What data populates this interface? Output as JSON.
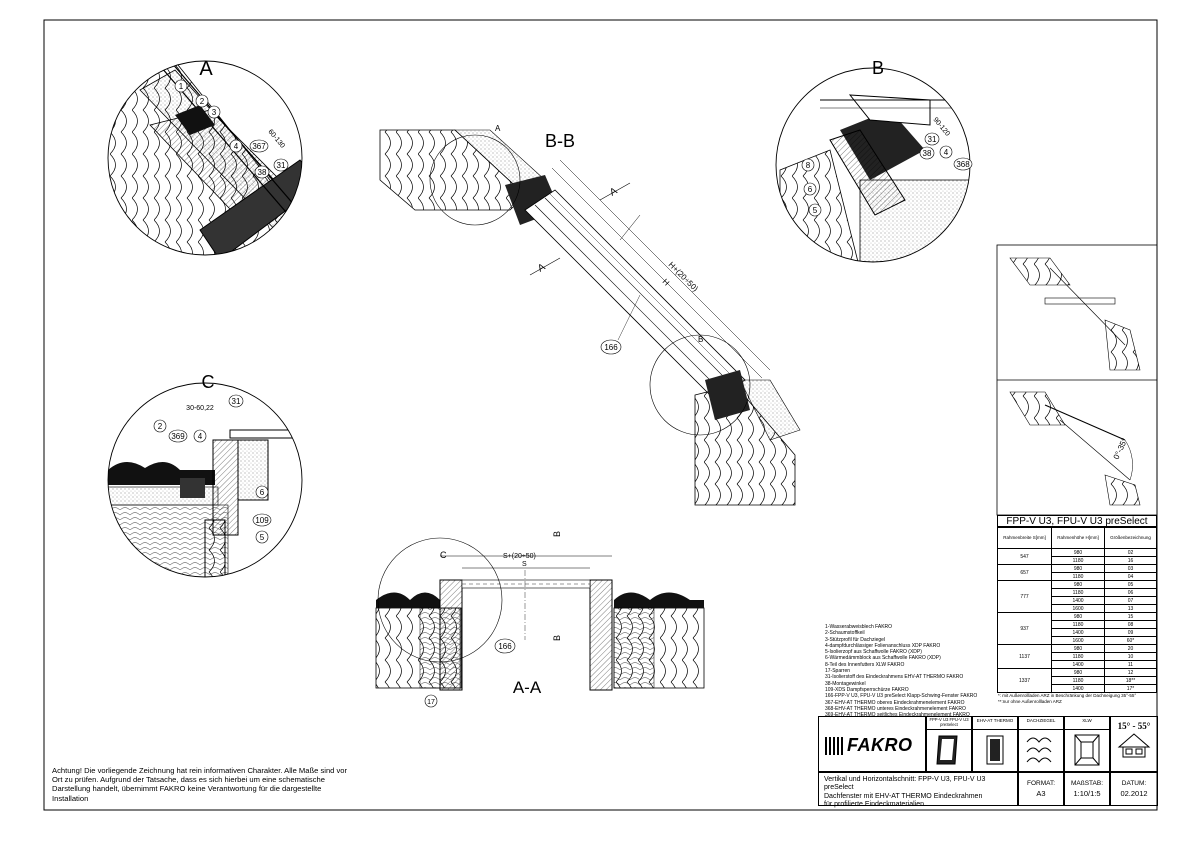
{
  "sections": {
    "bb_label": "B-B",
    "aa_label": "A-A",
    "detail_a": "A",
    "detail_b": "B",
    "detail_c": "C"
  },
  "callouts": {
    "a": [
      "1",
      "2",
      "3",
      "4",
      "367",
      "31",
      "38"
    ],
    "a_dim": "60-130",
    "b": [
      "31",
      "4",
      "38",
      "368",
      "8",
      "6",
      "5"
    ],
    "b_dim": "90-120",
    "c": [
      "31",
      "2",
      "369",
      "4",
      "6",
      "109",
      "5"
    ],
    "c_dim": "30-60,22",
    "main_166": "166",
    "aa_166": "166",
    "aa_17": "17",
    "dim_h_total": "H+(20÷50)",
    "dim_h": "H",
    "dim_s_total": "S+(20÷50)",
    "dim_s": "S",
    "cut_a": "A",
    "cut_b": "B",
    "angle": "0°-35°"
  },
  "table": {
    "title": "FPP-V U3, FPU-V U3 preSelect",
    "headers": [
      "Rahmenbreite S[mm]",
      "Rahmenhöhe H[mm]",
      "Größenbezeichnung"
    ],
    "groups": [
      {
        "width": "547",
        "rows": [
          [
            "980",
            "02"
          ],
          [
            "1180",
            "16"
          ]
        ]
      },
      {
        "width": "657",
        "rows": [
          [
            "980",
            "03"
          ],
          [
            "1180",
            "04"
          ]
        ]
      },
      {
        "width": "777",
        "rows": [
          [
            "980",
            "05"
          ],
          [
            "1180",
            "06"
          ],
          [
            "1400",
            "07"
          ],
          [
            "1600",
            "13"
          ]
        ]
      },
      {
        "width": "937",
        "rows": [
          [
            "980",
            "15"
          ],
          [
            "1180",
            "08"
          ],
          [
            "1400",
            "09"
          ],
          [
            "1600",
            "60*"
          ]
        ]
      },
      {
        "width": "1137",
        "rows": [
          [
            "980",
            "20"
          ],
          [
            "1180",
            "10"
          ],
          [
            "1400",
            "11"
          ]
        ]
      },
      {
        "width": "1337",
        "rows": [
          [
            "980",
            "12"
          ],
          [
            "1180",
            "18**"
          ],
          [
            "1400",
            "17*"
          ]
        ]
      }
    ],
    "footnote1": "*: mit Außenrollladen ARZ in Beschränkung der Dachneigung 35°-55°",
    "footnote2": "**:nur ohne Außenrollladen ARZ"
  },
  "legend": [
    "1-Wasserabweisblech FAKRO",
    "2-Schaumstoffkeil",
    "3-Stützprofil für Dachziegel",
    "4-dampfdurchlässiger Folienanschluss XDP FAKRO",
    "5-Isolierzopf aus Schaffwolle FAKRO (XDP)",
    "6-Wärmedämmblock aus Schaffwolle FAKRO (XDP)",
    "8-Teil des Innenfutters XLW FAKRO",
    "17-Sparren",
    "31-Isolierstoff des Eindeckrahmens EHV-AT THERMO FAKRO",
    "38-Montagewinkel",
    "109-XDS Dampfsperrschürze FAKRO",
    "166-FPP-V U3, FPU-V U3 preSelect Klapp-Schwing-Fenster FAKRO",
    "367-EHV-AT THERMO oberes Eindeckrahmenelement FAKRO",
    "368-EHV-AT THERMO unteres Eindeckrahmenelement FAKRO",
    "369-EHV-AT THERMO seitliches Eindeckrahmenelement FAKRO"
  ],
  "disclaimer": "Achtung! Die vorliegende Zeichnung hat rein informativen Charakter. Alle Maße sind vor Ort zu prüfen. Aufgrund der Tatsache, dass es sich hierbei um eine schematische Darstellung handelt, übernimmt FAKRO keine Verantwortung für die dargestellte Installation",
  "title_block": {
    "brand": "FAKRO",
    "col1": "FPP-V U3 FPU-V U3 preSelect",
    "col2": "EHV-AT THERMO",
    "col3": "DACHZIEGEL",
    "col4": "XLW",
    "angle": "15° - 55°",
    "desc1": "Vertikal und Horizontalschnitt: FPP-V U3, FPU-V U3 preSelect",
    "desc2": "Dachfenster mit EHV-AT THERMO Eindeckrahmen",
    "desc3": "für profilierte Eindeckmaterialien",
    "format_label": "FORMAT:",
    "format": "A3",
    "scale_label": "MAßSTAB:",
    "scale": "1:10/1:5",
    "date_label": "DATUM:",
    "date": "02.2012"
  }
}
